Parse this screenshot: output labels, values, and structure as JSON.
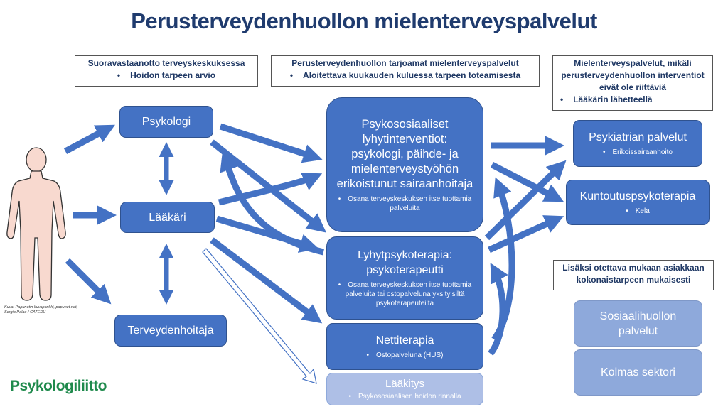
{
  "title": "Perusterveydenhuollon mielenterveyspalvelut",
  "notes": {
    "left": {
      "heading": "Suoravastaanotto terveyskeskuksessa",
      "bullet": "Hoidon tarpeen arvio"
    },
    "middle": {
      "heading": "Perusterveydenhuollon tarjoamat mielenterveyspalvelut",
      "bullet": "Aloitettava kuukauden kuluessa tarpeen toteamisesta"
    },
    "right": {
      "heading": "Mielenterveyspalvelut, mikäli perusterveydenhuollon interventiot eivät ole riittäviä",
      "bullet": "Lääkärin lähetteellä"
    },
    "extra": {
      "heading": "Lisäksi otettava mukaan asiakkaan kokonaistarpeen mukaisesti"
    }
  },
  "roles": {
    "psykologi": "Psykologi",
    "laakari": "Lääkäri",
    "terveydenhoitaja": "Terveydenhoitaja"
  },
  "services": {
    "psykososiaaliset": {
      "title": "Psykososiaaliset lyhytinterventiot: psykologi, päihde- ja mielenterveystyöhön erikoistunut sairaanhoitaja",
      "note": "Osana terveyskeskuksen itse tuottamia palveluita"
    },
    "lyhytpsykoterapia": {
      "title": "Lyhytpsykoterapia: psykoterapeutti",
      "note": "Osana terveyskeskuksen itse tuottamia palveluita tai ostopalveluna yksityisiltä psykoterapeuteilta"
    },
    "nettiterapia": {
      "title": "Nettiterapia",
      "note": "Ostopalveluna (HUS)"
    },
    "laakitys": {
      "title": "Lääkitys",
      "note": "Psykososiaalisen hoidon rinnalla"
    }
  },
  "specialist": {
    "psykiatria": {
      "title": "Psykiatrian palvelut",
      "note": "Erikoissairaanhoito"
    },
    "kuntoutus": {
      "title": "Kuntoutuspsykoterapia",
      "note": "Kela"
    }
  },
  "extra_services": {
    "sosiaali": "Sosiaalihuollon palvelut",
    "kolmas": "Kolmas sektori"
  },
  "credit": "Kuva: Papunetin kuvapankki, papunet.net, Sergio Palao / CATEDU",
  "logo": "Psykologiliitto",
  "colors": {
    "box": "#4472c4",
    "box_light": "#8ea9db",
    "title": "#1f3b6e",
    "logo": "#1f8a4c",
    "person_fill": "#f8d9cf"
  }
}
